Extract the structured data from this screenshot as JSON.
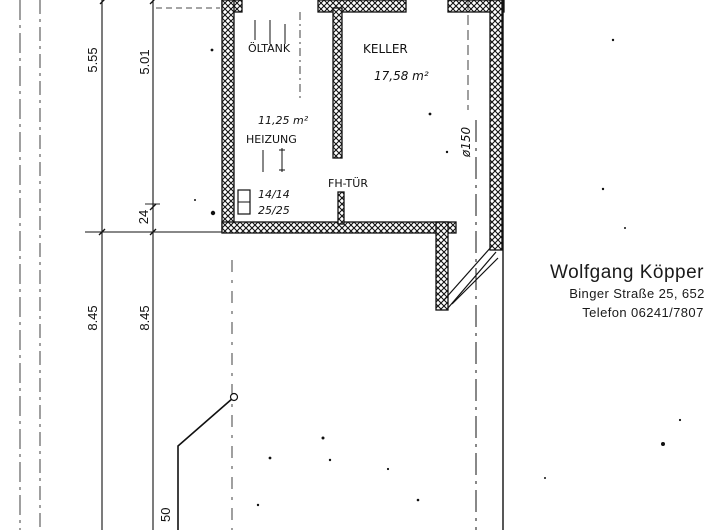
{
  "rooms": {
    "oeltank": "ÖLTANK",
    "keller": "KELLER",
    "keller_area": "17,58 m²",
    "heizung": "HEIZUNG",
    "heizung_area": "11,25 m²",
    "door_label": "FH-TÜR",
    "vent_1": "14/14",
    "vent_2": "25/25"
  },
  "dimensions": {
    "outer_top": "5.55",
    "inner_top": "5.01",
    "outer_bottom": "8.45",
    "inner_bottom": "8.45",
    "wall": "24",
    "pipe": "ø150",
    "bottom_partial": "50"
  },
  "stamp": {
    "name": "Wolfgang Köpper",
    "address": "Binger Straße 25, 652",
    "phone": "Telefon 06241/7807"
  },
  "colors": {
    "ink": "#111111",
    "paper": "#ffffff"
  }
}
